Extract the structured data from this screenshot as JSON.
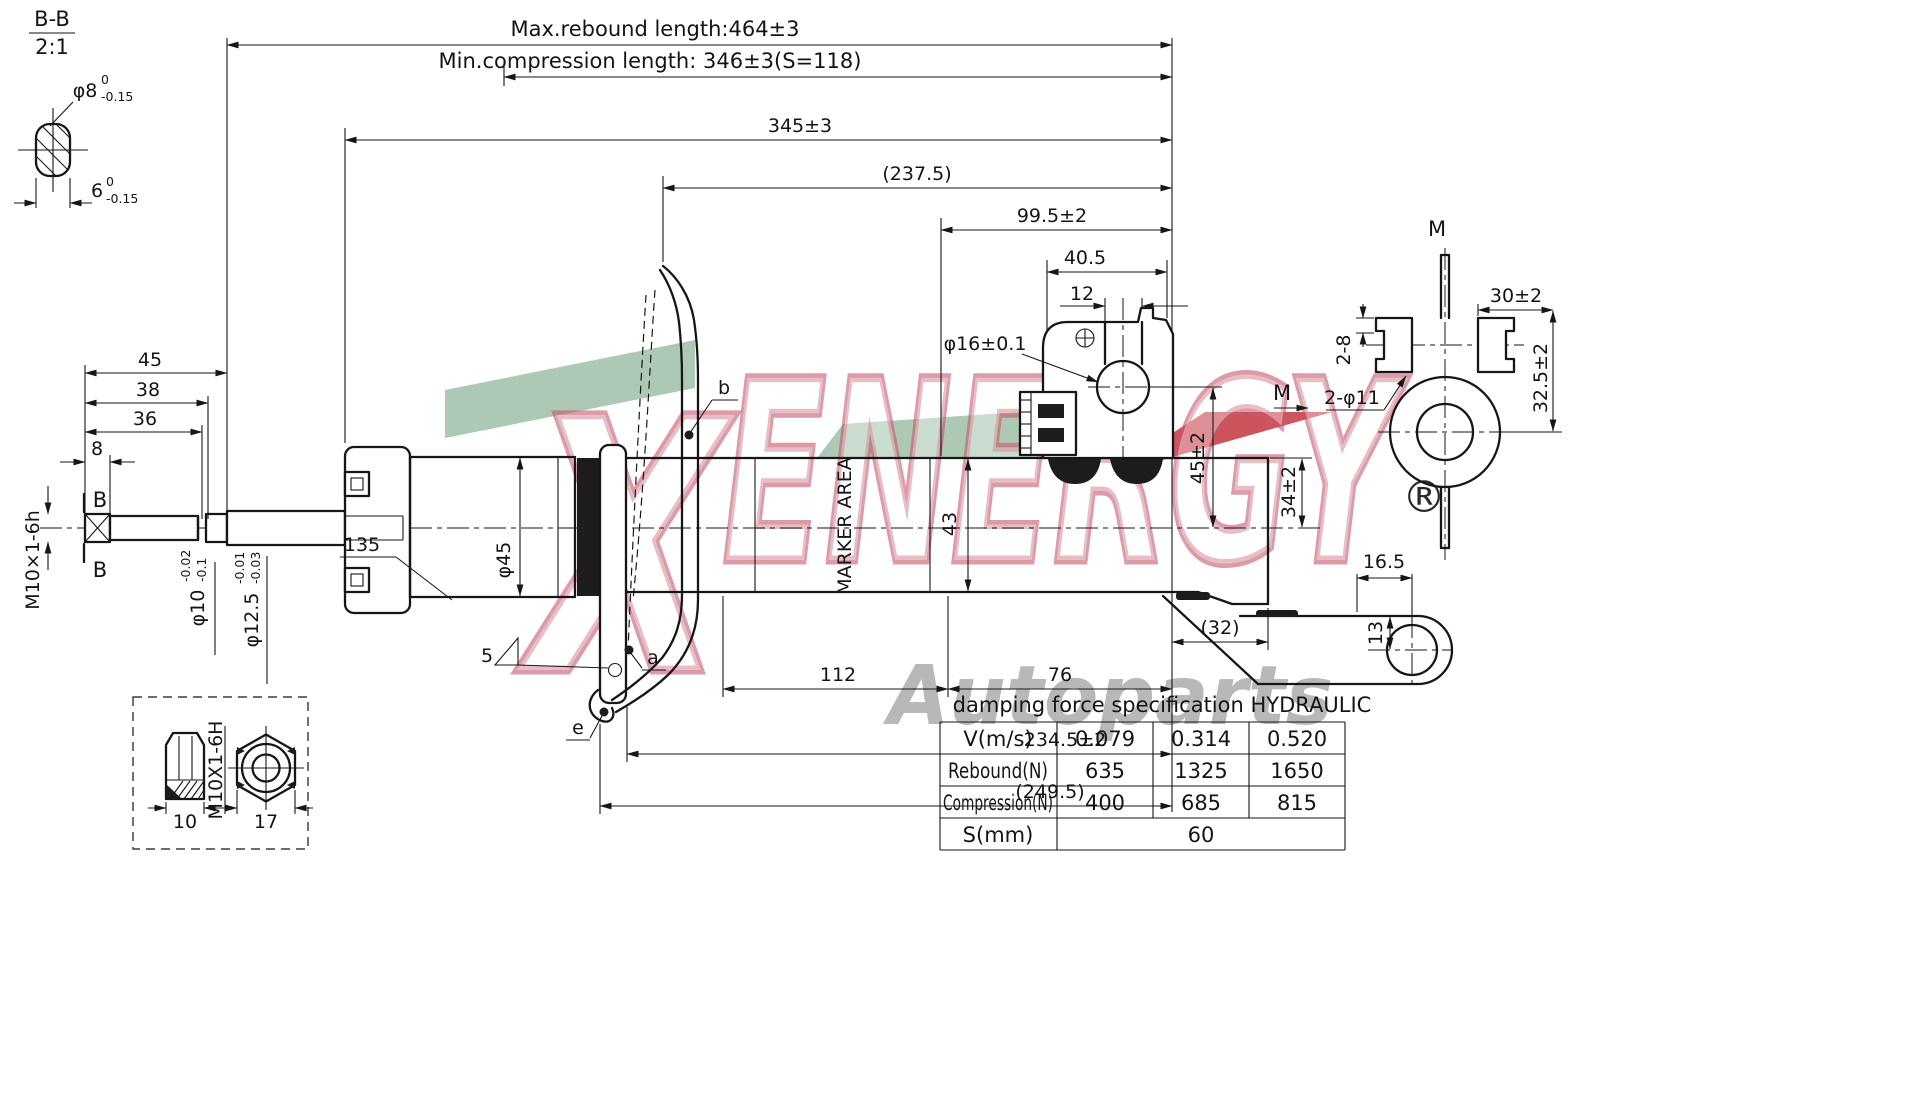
{
  "header": {
    "max_rebound": "Max.rebound length:464±3",
    "min_compression": "Min.compression length: 346±3(S=118)"
  },
  "section_bb": {
    "title": "B-B",
    "scale": "2:1",
    "dia": "φ8",
    "dia_tol_up": "0",
    "dia_tol_dn": "-0.15",
    "width": "6",
    "width_tol_up": "0",
    "width_tol_dn": "-0.15"
  },
  "rod_dims": {
    "d45": "45",
    "d38": "38",
    "d36": "36",
    "d8": "8",
    "b_top": "B",
    "b_bottom": "B",
    "thread": "M10×1-6h",
    "dia10": "φ10",
    "dia10_up": "-0.02",
    "dia10_dn": "-0.1",
    "dia125": "φ12.5",
    "dia125_up": "-0.01",
    "dia125_dn": "-0.03"
  },
  "top_dims": {
    "d345": "345±3",
    "d237": "(237.5)",
    "d99": "99.5±2",
    "d40": "40.5",
    "d12": "12"
  },
  "mid_labels": {
    "dia45": "φ45",
    "dia16": "φ16±0.1",
    "d45v": "45±2",
    "d43": "43",
    "marker_area": "MARKER AREA",
    "d135": "135",
    "flag5": "5",
    "a": "a",
    "b": "b",
    "e": "e"
  },
  "bottom_dims": {
    "d112": "112",
    "d76": "76",
    "d234": "234.5±2",
    "d249": "(249.5)",
    "d32": "(32)",
    "d34": "34±2",
    "d165": "16.5",
    "d13": "13"
  },
  "view_m": {
    "title": "M",
    "arrow_label": "M",
    "d30": "30±2",
    "d28": "2-8",
    "d325": "32.5±2",
    "holes": "2-φ11"
  },
  "nut_detail": {
    "d10": "10",
    "thread": "M10X1-6H",
    "d17": "17"
  },
  "watermark": {
    "x": "X",
    "energy": "ENERGY",
    "autoparts": "Autoparts",
    "reg": "®",
    "green": "#a9c6b1",
    "pink": "#c4596b",
    "red": "#c4353f",
    "gray": "#b3b3b3"
  },
  "spec_table": {
    "title": "damping force specification HYDRAULIC",
    "rows": [
      {
        "label": "V(m/s)",
        "v1": "0.079",
        "v2": "0.314",
        "v3": "0.520"
      },
      {
        "label": "Rebound(N)",
        "v1": "635",
        "v2": "1325",
        "v3": "1650"
      },
      {
        "label": "Compression(N)",
        "v1": "400",
        "v2": "685",
        "v3": "815"
      },
      {
        "label": "S(mm)",
        "v1": "60"
      }
    ]
  }
}
